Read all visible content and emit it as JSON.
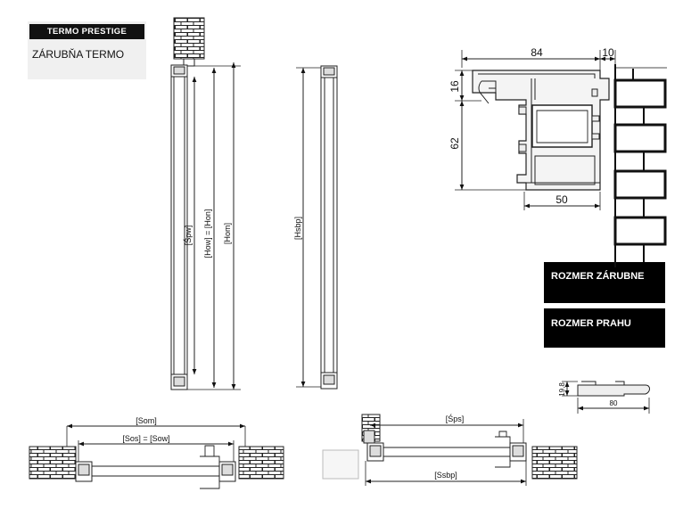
{
  "brand": {
    "title": "TERMO PRESTIGE",
    "subtitle": "ZÁRUBŇA TERMO"
  },
  "legend": {
    "frame_size": "ROZMER ZÁRUBNE",
    "sill_size": "ROZMER PRAHU"
  },
  "dimensions": {
    "profile_width": "84",
    "wall_gap": "10",
    "top_depth": "16",
    "profile_height": "62",
    "bottom_width": "50",
    "threshold_height": "19,8",
    "threshold_width": "80"
  },
  "labels": {
    "spw": "[Śpw]",
    "how_hon": "[How] = [Hon]",
    "hom": "[Hom]",
    "hsbp": "[Hsbp]",
    "som": "[Som]",
    "sos_sow": "[Sos] = [Sow]",
    "sps": "[Śps]",
    "ssbp": "[Ssbp]"
  }
}
